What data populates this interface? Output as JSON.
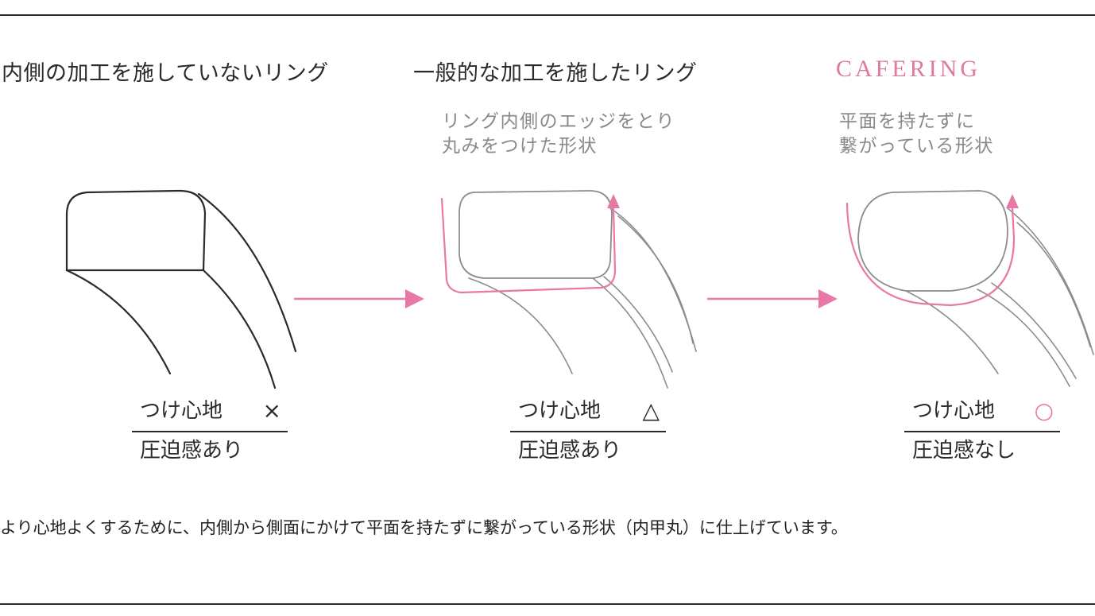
{
  "columns": [
    {
      "heading": "内側の加工を施していないリング",
      "verdict_label": "つけ心地",
      "verdict_mark": "×",
      "result": "圧迫感あり"
    },
    {
      "heading": "一般的な加工を施したリング",
      "description_line1": "リング内側のエッジをとり",
      "description_line2": "丸みをつけた形状",
      "verdict_label": "つけ心地",
      "verdict_mark": "△",
      "result": "圧迫感あり"
    },
    {
      "heading": "CAFERING",
      "description_line1": "平面を持たずに",
      "description_line2": "繋がっている形状",
      "verdict_label": "つけ心地",
      "verdict_mark": "○",
      "result": "圧迫感なし"
    }
  ],
  "footer_text": "より心地よくするために、内側から側面にかけて平面を持たずに繋がっている形状（内甲丸）に仕上げています。",
  "colors": {
    "accent": "#e879a6",
    "brand": "#de7a9e",
    "ink": "#2a2a2a",
    "gray_text": "#8a8a8a",
    "gray_line": "#8c8c8c"
  }
}
